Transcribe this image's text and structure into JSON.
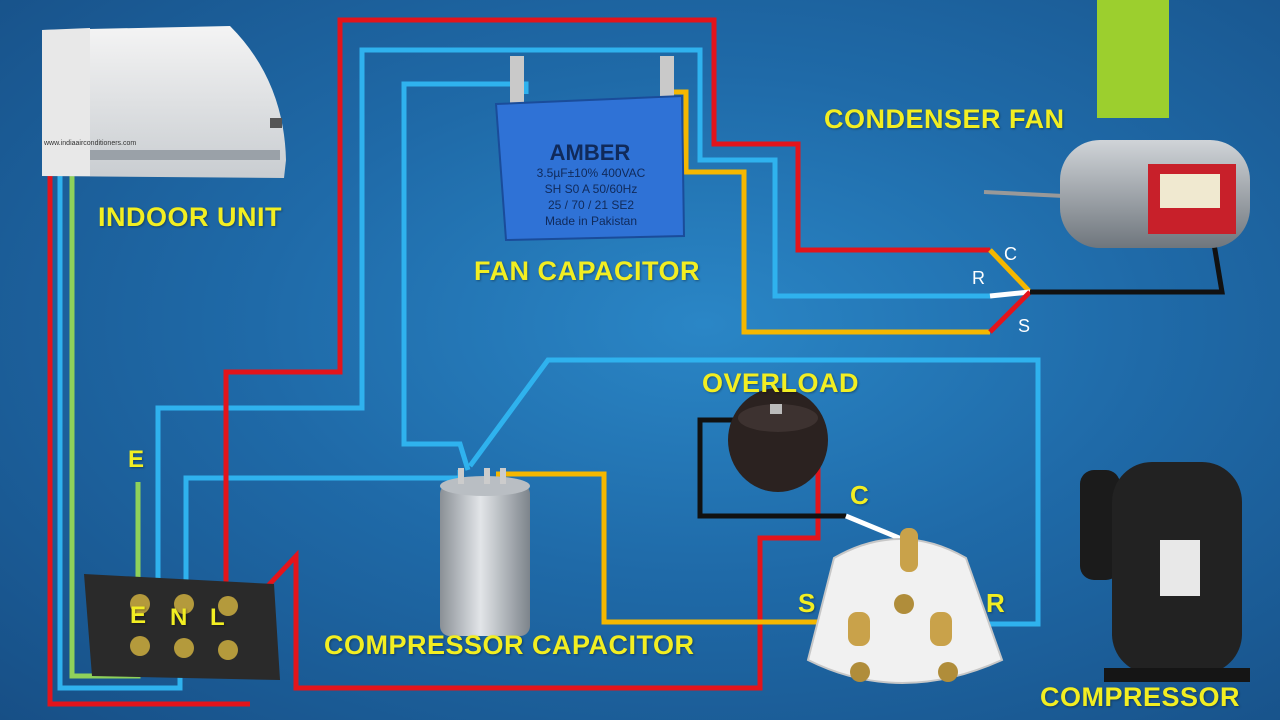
{
  "labels": {
    "indoor_unit": "INDOOR UNIT",
    "fan_capacitor": "FAN CAPACITOR",
    "condenser_fan": "CONDENSER FAN",
    "overload": "OVERLOAD",
    "compressor_capacitor": "COMPRESSOR CAPACITOR",
    "compressor": "COMPRESSOR"
  },
  "terminal_block": {
    "e": "E",
    "n": "N",
    "l": "L",
    "e_top": "E"
  },
  "fan_terminals": {
    "c": "C",
    "r": "R",
    "s": "S"
  },
  "compressor_terminals": {
    "c": "C",
    "s": "S",
    "r": "R"
  },
  "fan_capacitor_print": {
    "brand": "AMBER",
    "line1": "3.5µF±10% 400VAC",
    "line2": "SH S0 A 50/60Hz",
    "line3": "25 / 70 / 21 SE2",
    "line4": "Made in Pakistan"
  },
  "indoor_unit_print": "www.indiaairconditioners.com",
  "colors": {
    "background": "#1f6aa8",
    "wire_red": "#e3141b",
    "wire_blue": "#2fb2ee",
    "wire_yellow": "#f5b700",
    "wire_green": "#8fd15a",
    "wire_black": "#111111",
    "label_yellow": "#f2ee22",
    "corner_accent": "#9ccf2e"
  }
}
